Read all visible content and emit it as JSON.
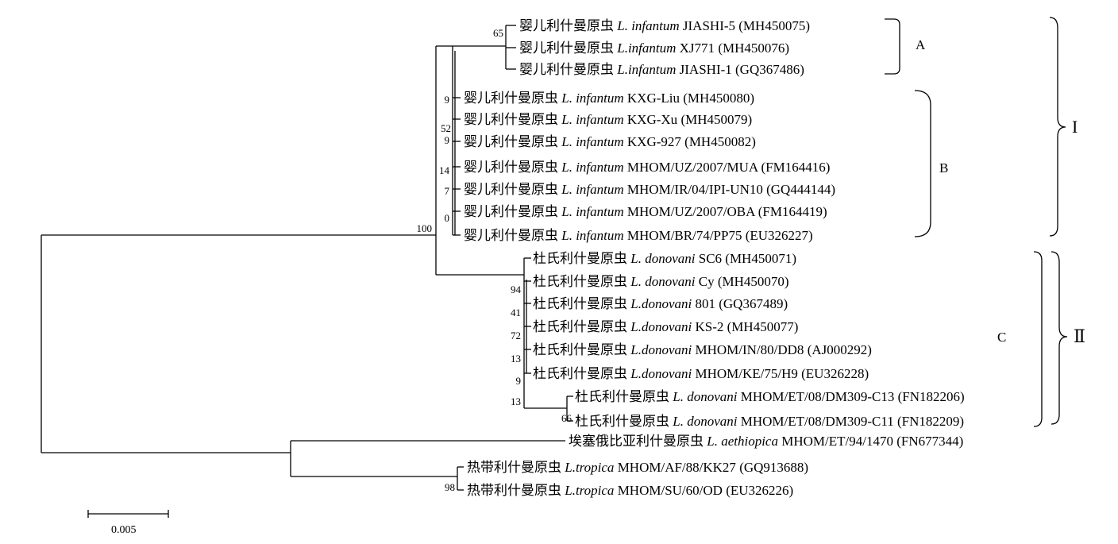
{
  "leaves": [
    {
      "cn": "婴儿利什曼原虫",
      "species": "L. infantum",
      "strain": "JIASHI-5",
      "acc": "(MH450075)"
    },
    {
      "cn": "婴儿利什曼原虫",
      "species": "L.infantum",
      "strain": "XJ771",
      "acc": "(MH450076)"
    },
    {
      "cn": "婴儿利什曼原虫",
      "species": "L.infantum",
      "strain": "JIASHI-1",
      "acc": "(GQ367486)"
    },
    {
      "cn": "婴儿利什曼原虫",
      "species": "L. infantum",
      "strain": "KXG-Liu",
      "acc": "(MH450080)"
    },
    {
      "cn": "婴儿利什曼原虫",
      "species": "L. infantum",
      "strain": "KXG-Xu",
      "acc": "(MH450079)"
    },
    {
      "cn": "婴儿利什曼原虫",
      "species": "L. infantum",
      "strain": "KXG-927",
      "acc": "(MH450082)"
    },
    {
      "cn": "婴儿利什曼原虫",
      "species": "L. infantum",
      "strain": "MHOM/UZ/2007/MUA",
      "acc": "(FM164416)"
    },
    {
      "cn": "婴儿利什曼原虫",
      "species": "L. infantum",
      "strain": "MHOM/IR/04/IPI-UN10",
      "acc": "(GQ444144)"
    },
    {
      "cn": "婴儿利什曼原虫",
      "species": "L. infantum",
      "strain": "MHOM/UZ/2007/OBA",
      "acc": "(FM164419)"
    },
    {
      "cn": "婴儿利什曼原虫",
      "species": "L. infantum",
      "strain": "MHOM/BR/74/PP75",
      "acc": "(EU326227)"
    },
    {
      "cn": "杜氏利什曼原虫",
      "species": "L. donovani",
      "strain": "SC6",
      "acc": "(MH450071)"
    },
    {
      "cn": "杜氏利什曼原虫",
      "species": "L. donovani",
      "strain": "Cy",
      "acc": "(MH450070)"
    },
    {
      "cn": "杜氏利什曼原虫",
      "species": "L.donovani",
      "strain": "801",
      "acc": "(GQ367489)"
    },
    {
      "cn": "杜氏利什曼原虫",
      "species": "L.donovani",
      "strain": "KS-2",
      "acc": "(MH450077)"
    },
    {
      "cn": "杜氏利什曼原虫",
      "species": "L.donovani",
      "strain": "MHOM/IN/80/DD8",
      "acc": "(AJ000292)"
    },
    {
      "cn": "杜氏利什曼原虫",
      "species": "L.donovani",
      "strain": "MHOM/KE/75/H9",
      "acc": "(EU326228)"
    },
    {
      "cn": "杜氏利什曼原虫",
      "species": "L. donovani",
      "strain": "MHOM/ET/08/DM309-C13",
      "acc": "(FN182206)"
    },
    {
      "cn": "杜氏利什曼原虫",
      "species": "L. donovani",
      "strain": "MHOM/ET/08/DM309-C11",
      "acc": "(FN182209)"
    },
    {
      "cn": "埃塞俄比亚利什曼原虫",
      "species": "L. aethiopica",
      "strain": "MHOM/ET/94/1470",
      "acc": "(FN677344)"
    },
    {
      "cn": "热带利什曼原虫",
      "species": "L.tropica",
      "strain": "MHOM/AF/88/KK27",
      "acc": "(GQ913688)"
    },
    {
      "cn": "热带利什曼原虫",
      "species": "L.tropica",
      "strain": "MHOM/SU/60/OD",
      "acc": "(EU326226)"
    }
  ],
  "bootstrap": {
    "b65": "65",
    "b9a": "9",
    "b52": "52",
    "b9b": "9",
    "b14": "14",
    "b7": "7",
    "b0": "0",
    "b100": "100",
    "b94": "94",
    "b41": "41",
    "b72": "72",
    "b13a": "13",
    "b9c": "9",
    "b13b": "13",
    "b66": "66",
    "b98": "98"
  },
  "clades": {
    "A": "A",
    "B": "B",
    "C": "C",
    "I": "I",
    "II": "Ⅱ"
  },
  "scale_bar": {
    "label": "0.005"
  }
}
